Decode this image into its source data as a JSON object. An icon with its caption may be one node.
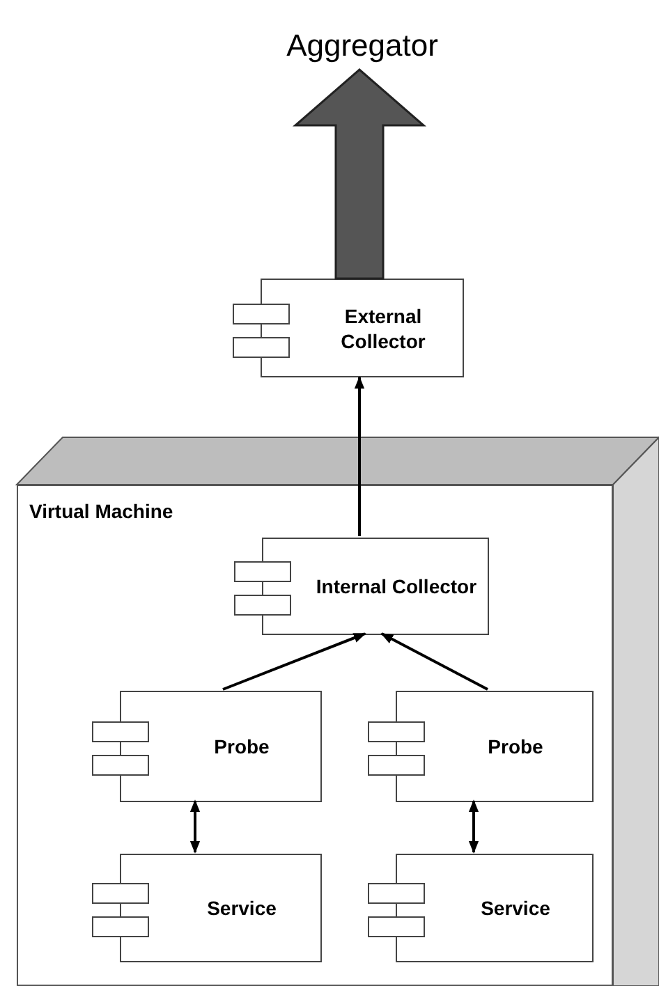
{
  "diagram": {
    "nodes": [
      {
        "text": [
          "Aggregator"
        ]
      },
      {
        "text": [
          "External Collector"
        ]
      },
      {
        "text": [
          "Virtual Machine"
        ]
      },
      {
        "text": [
          "Internal Collector"
        ],
        "in": 2
      },
      {
        "text": [
          "Probe"
        ],
        "in": 2
      },
      {
        "text": [
          "Probe"
        ],
        "in": 2
      },
      {
        "text": [
          "Service"
        ],
        "in": 2
      },
      {
        "text": [
          "Service"
        ],
        "in": 2
      }
    ],
    "edges": [
      {
        "from": 1,
        "to": 0,
        "arrow": "to",
        "style": "thick",
        "color": "#555555"
      },
      {
        "from": 3,
        "to": 1,
        "arrow": "to"
      },
      {
        "from": 4,
        "to": 3,
        "arrow": "to"
      },
      {
        "from": 5,
        "to": 3,
        "arrow": "to"
      },
      {
        "from": 4,
        "to": 6,
        "arrow": "both"
      },
      {
        "from": 5,
        "to": 7,
        "arrow": "both"
      }
    ]
  }
}
